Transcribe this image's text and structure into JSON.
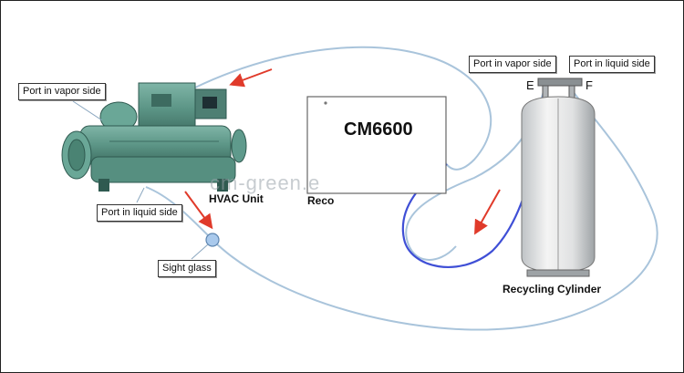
{
  "labels": {
    "port_vapor_left": "Port in vapor side",
    "port_liquid_left": "Port in liquid side",
    "port_vapor_right": "Port in vapor side",
    "port_liquid_right": "Port in liquid side",
    "sight_glass": "Sight glass",
    "hvac_unit": "HVAC Unit",
    "recovery_machine": "Reco",
    "recycling_cylinder": "Recycling Cylinder",
    "model": "CM6600",
    "port_e": "E",
    "port_f": "F"
  },
  "watermark": "cm-green.e",
  "colors": {
    "hose": "#a9c4db",
    "hose_blue": "#3f4fd6",
    "arrow": "#e03a2a",
    "chiller": "#5f9a8c",
    "cylinder": "#e6e6e6"
  }
}
